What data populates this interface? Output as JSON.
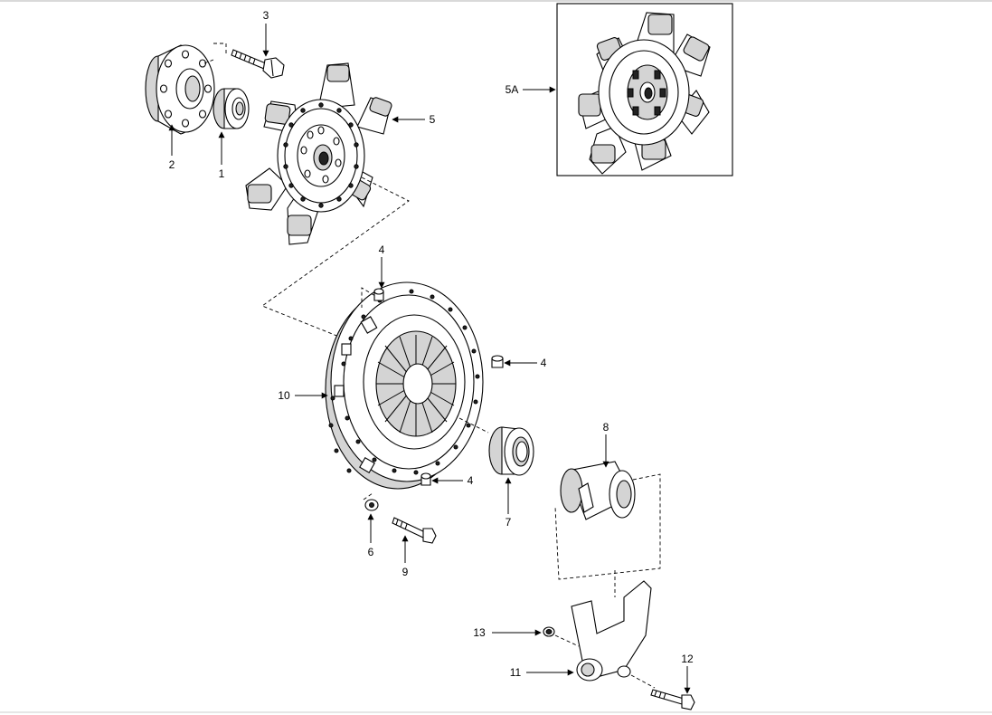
{
  "diagram": {
    "callouts": {
      "c1": "1",
      "c2": "2",
      "c3": "3",
      "c4a": "4",
      "c4b": "4",
      "c4c": "4",
      "c5": "5",
      "c5a": "5A",
      "c6": "6",
      "c7": "7",
      "c8": "8",
      "c9": "9",
      "c10": "10",
      "c11": "11",
      "c12": "12",
      "c13": "13"
    }
  }
}
